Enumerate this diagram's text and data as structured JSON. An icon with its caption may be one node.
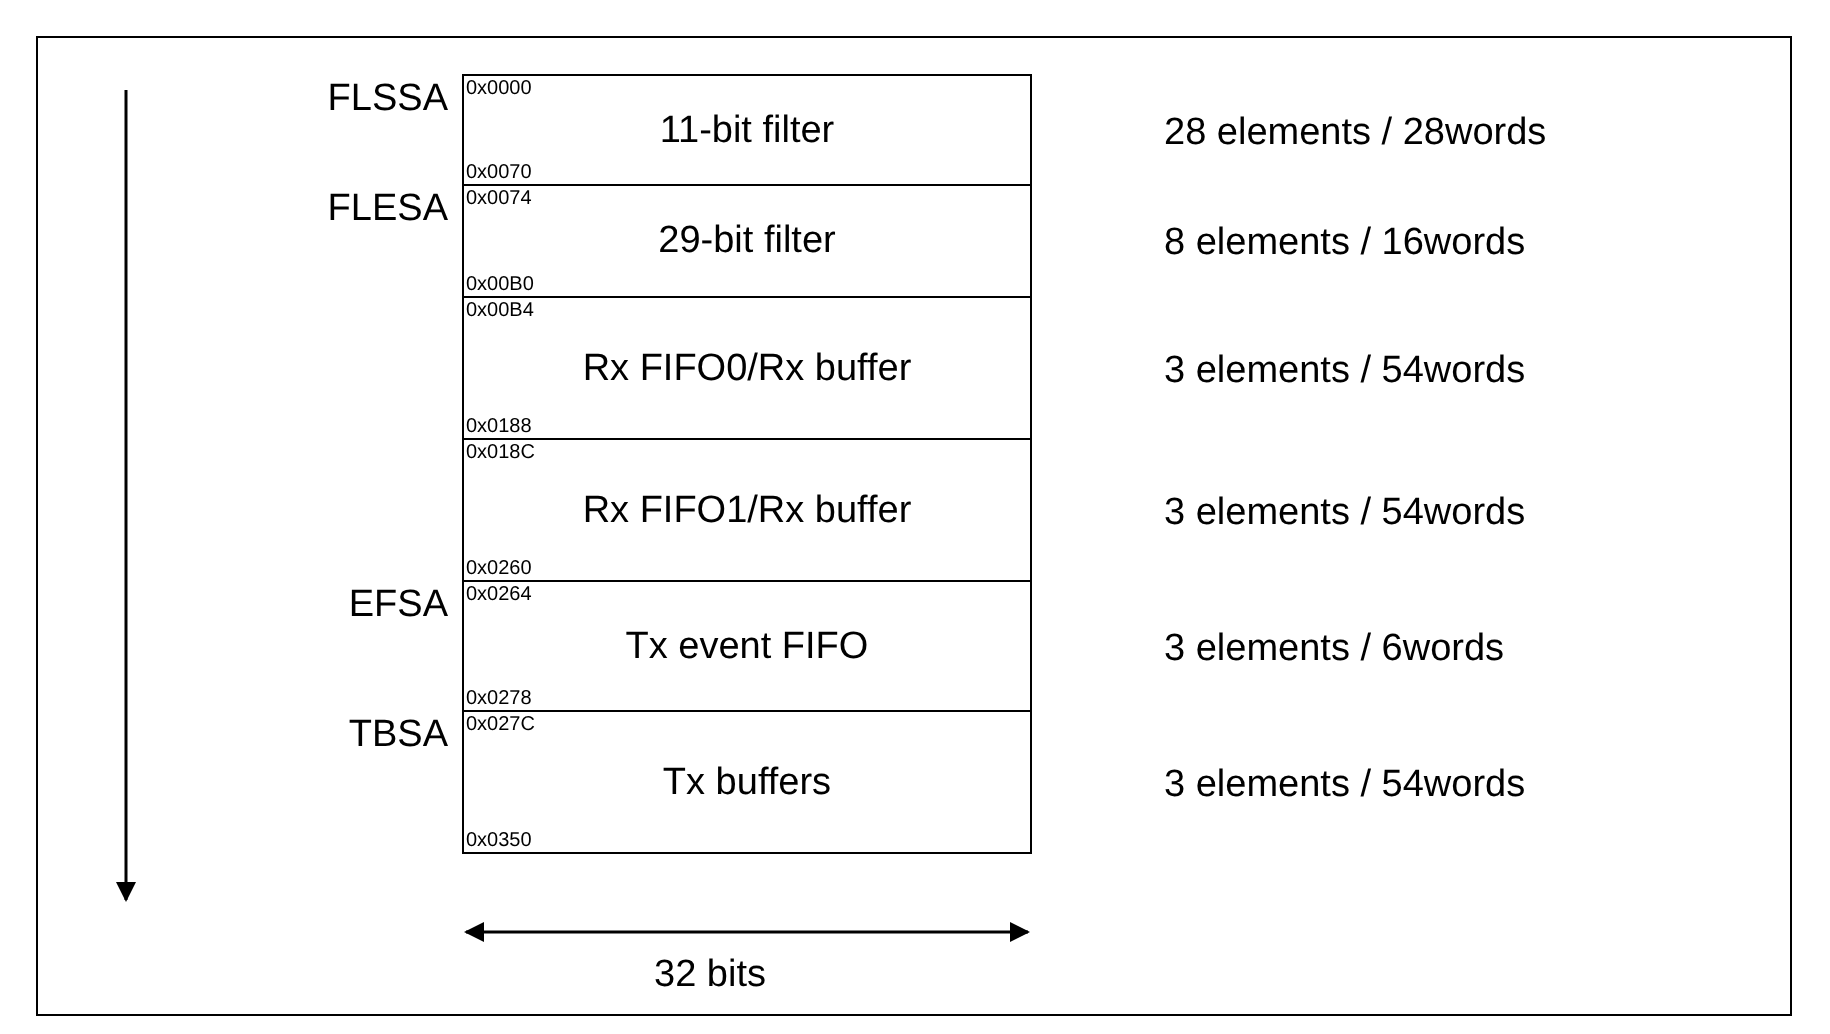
{
  "diagram": {
    "nodes": [
      {
        "text": [
          "0x0000",
          "11-bit filter",
          "0x0070"
        ],
        "beside": [
          "FLSSA",
          "28 elements / 28words"
        ]
      },
      {
        "text": [
          "0x0074",
          "29-bit filter",
          "0x00B0"
        ],
        "beside": [
          "FLESA",
          "8 elements / 16words"
        ]
      },
      {
        "text": [
          "0x00B4",
          "Rx FIFO0/Rx buffer",
          "0x0188"
        ],
        "beside": [
          "3 elements / 54words"
        ]
      },
      {
        "text": [
          "0x018C",
          "Rx FIFO1/Rx buffer",
          "0x0260"
        ],
        "beside": [
          "3 elements / 54words"
        ]
      },
      {
        "text": [
          "0x0264",
          "Tx event FIFO",
          "0x0278"
        ],
        "beside": [
          "EFSA",
          "3 elements / 6words"
        ]
      },
      {
        "text": [
          "0x027C",
          "Tx buffers",
          "0x0350"
        ],
        "beside": [
          "TBSA",
          "3 elements / 54words"
        ]
      }
    ],
    "edges": [],
    "labels": [
      "32 bits"
    ]
  }
}
